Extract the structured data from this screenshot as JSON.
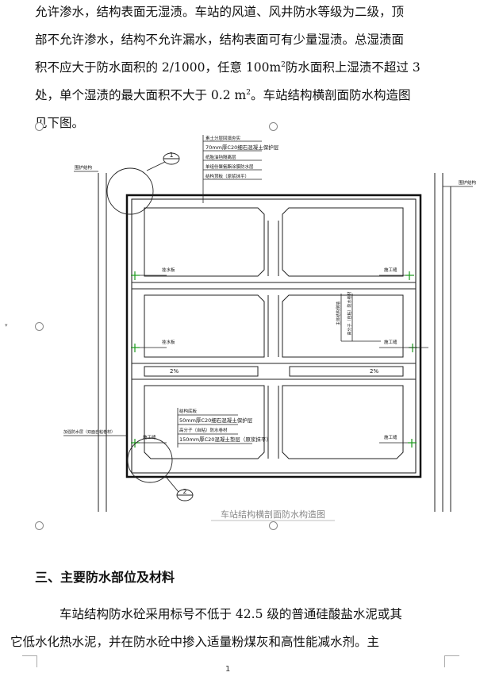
{
  "paragraph1": {
    "line1": "允许渗水，结构表面无湿渍。车站的风道、风井防水等级为二级，顶",
    "line2": "部不允许渗水，结构不允许漏水，结构表面可有少量湿渍。总湿渍面",
    "line3a": "积不应大于防水面积的 2/1000，任意 100m",
    "line3sup": "2",
    "line3b": "防水面积上湿渍不超过 3",
    "line4a": "处，单个湿渍的最大面积不大于 0.2 m",
    "line4sup": "2",
    "line4b": "。车站结构横剖面防水构造图",
    "line5": "见下图。"
  },
  "drawing": {
    "caption": "车站结构横剖面防水构造图",
    "roof_layers": [
      "素土分层回填夯实",
      "70mm厚C20细石混凝土保护层",
      "纸胎油毡隔离层",
      "单组份聚氨酯涂膜防水层",
      "结构顶板（原浆抹平）"
    ],
    "floor_layers": [
      "结构底板",
      "50mm厚C20细石混凝土保护层",
      "高分子（自粘）防水卷材",
      "150mm厚C20混凝土垫层（原浆抹平）"
    ],
    "label_retaining_left": "围护结构",
    "label_retaining_right": "围护结构",
    "label_waterstop_1": "挂水板",
    "label_waterstop_2": "挂水板",
    "label_joint_1": "施工缝",
    "label_joint_2": "施工缝",
    "label_joint_3": "施工缝",
    "label_joint_4": "施工缝",
    "label_side_membrane": "加强防水层（双面自粘卷材）",
    "label_vert_a": "主体结构侧墙",
    "label_vert_b": "高分子（自粘）防水卷材",
    "label_slope_left": "2%",
    "label_slope_right": "2%",
    "detail_1": "1",
    "detail_2": "2"
  },
  "heading": "三、主要防水部位及材料",
  "paragraph2": {
    "line1": "车站结构防水砼采用标号不低于 42.5 级的普通硅酸盐水泥或其",
    "line2": "它低水化热水泥，并在防水砼中掺入适量粉煤灰和高性能减水剂。主"
  },
  "page_number": "1"
}
